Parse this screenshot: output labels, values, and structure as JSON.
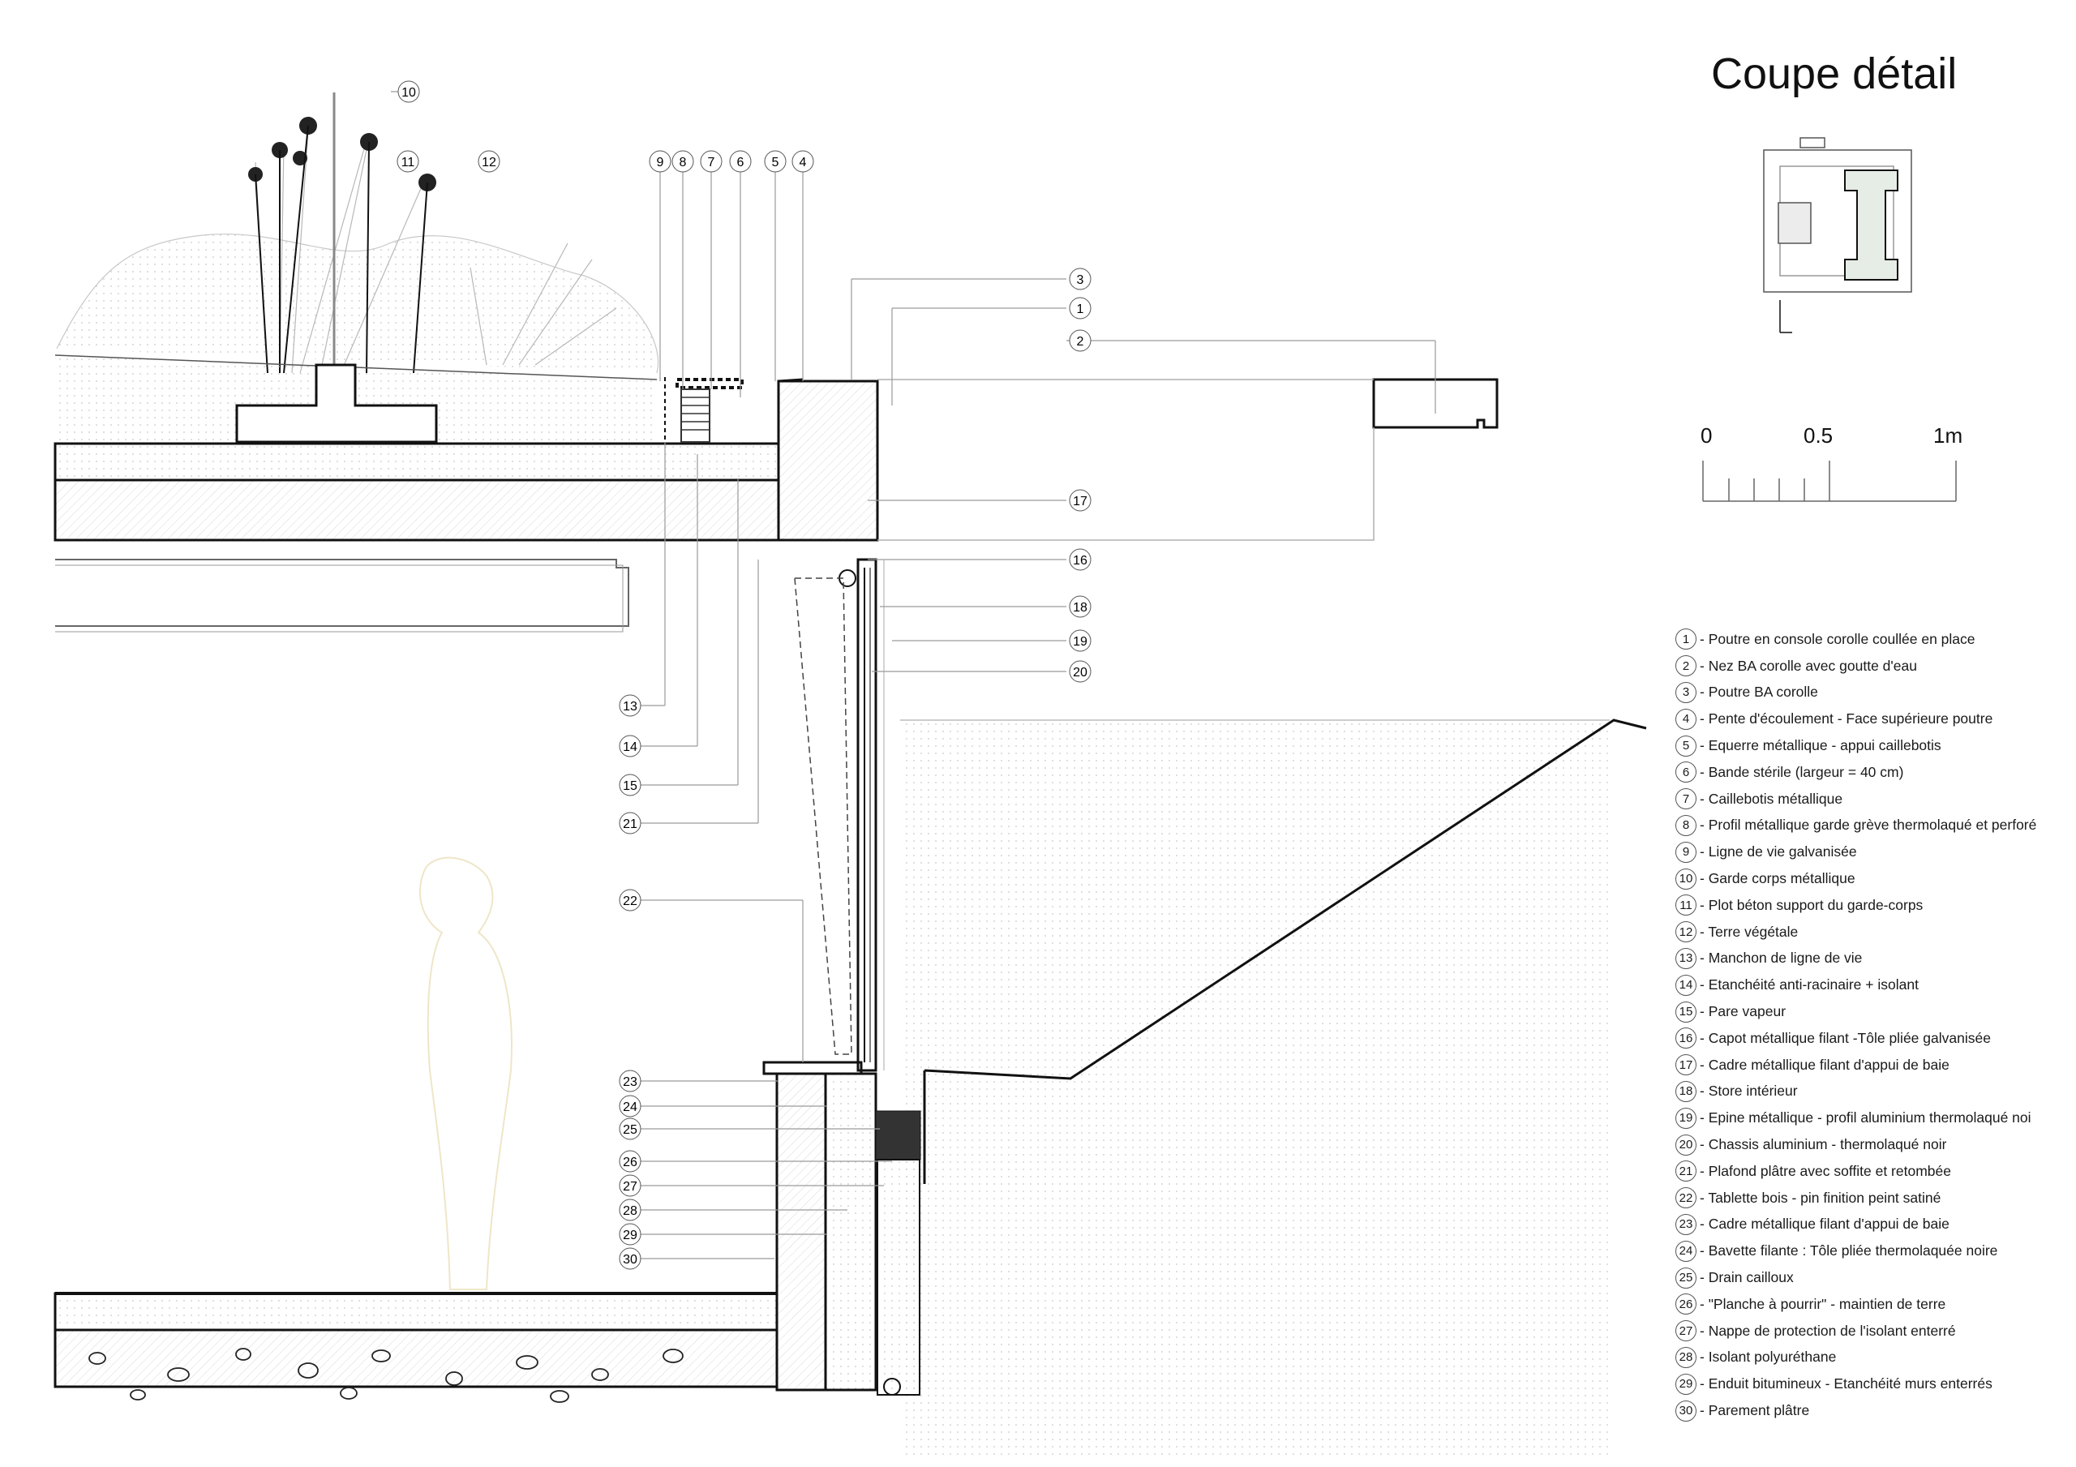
{
  "title": "Coupe détail",
  "scale": {
    "labels": [
      "0",
      "0.5",
      "1m"
    ]
  },
  "legend": [
    {
      "n": "1",
      "text": "- Poutre en console corolle coullée en place"
    },
    {
      "n": "2",
      "text": "- Nez BA corolle avec goutte d'eau"
    },
    {
      "n": "3",
      "text": "- Poutre BA corolle"
    },
    {
      "n": "4",
      "text": "- Pente d'écoulement - Face supérieure poutre"
    },
    {
      "n": "5",
      "text": "- Equerre métallique - appui caillebotis"
    },
    {
      "n": "6",
      "text": "- Bande stérile (largeur = 40 cm)"
    },
    {
      "n": "7",
      "text": "- Caillebotis métallique"
    },
    {
      "n": "8",
      "text": "- Profil métallique garde grève thermolaqué et perforé"
    },
    {
      "n": "9",
      "text": "- Ligne de vie galvanisée"
    },
    {
      "n": "10",
      "text": "- Garde corps métallique"
    },
    {
      "n": "11",
      "text": "- Plot béton support du garde-corps"
    },
    {
      "n": "12",
      "text": "- Terre végétale"
    },
    {
      "n": "13",
      "text": "- Manchon de ligne de vie"
    },
    {
      "n": "14",
      "text": "- Etanchéité anti-racinaire + isolant"
    },
    {
      "n": "15",
      "text": "- Pare vapeur"
    },
    {
      "n": "16",
      "text": "- Capot métallique filant -Tôle pliée galvanisée"
    },
    {
      "n": "17",
      "text": "- Cadre métallique filant d'appui de baie"
    },
    {
      "n": "18",
      "text": "- Store intérieur"
    },
    {
      "n": "19",
      "text": "- Epine métallique - profil aluminium  thermolaqué noi"
    },
    {
      "n": "20",
      "text": "- Chassis aluminium - thermolaqué noir"
    },
    {
      "n": "21",
      "text": "- Plafond plâtre avec soffite et retombée"
    },
    {
      "n": "22",
      "text": "- Tablette bois - pin finition peint satiné"
    },
    {
      "n": "23",
      "text": "- Cadre métallique filant d'appui de baie"
    },
    {
      "n": "24",
      "text": "- Bavette filante : Tôle pliée thermolaquée noire"
    },
    {
      "n": "25",
      "text": "- Drain cailloux"
    },
    {
      "n": "26",
      "text": "- \"Planche à pourrir\" - maintien de terre"
    },
    {
      "n": "27",
      "text": "- Nappe de protection de l'isolant enterré"
    },
    {
      "n": "28",
      "text": "- Isolant polyuréthane"
    },
    {
      "n": "29",
      "text": "- Enduit bitumineux  - Etanchéité murs enterrés"
    },
    {
      "n": "30",
      "text": "- Parement plâtre"
    }
  ],
  "callouts_top": [
    "10",
    "11",
    "12",
    "9",
    "8",
    "7",
    "6",
    "5",
    "4"
  ],
  "callouts_right": [
    "3",
    "1",
    "2",
    "17",
    "16",
    "18",
    "19",
    "20"
  ],
  "callouts_left": [
    "13",
    "14",
    "15",
    "21",
    "22",
    "23",
    "24",
    "25",
    "26",
    "27",
    "28",
    "29",
    "30"
  ],
  "colors": {
    "line": "#111111",
    "leader": "#9a9a9a",
    "hatch": "#cfcfcf",
    "plan_fill": "#e6ece6",
    "figure": "#efe6c8"
  }
}
